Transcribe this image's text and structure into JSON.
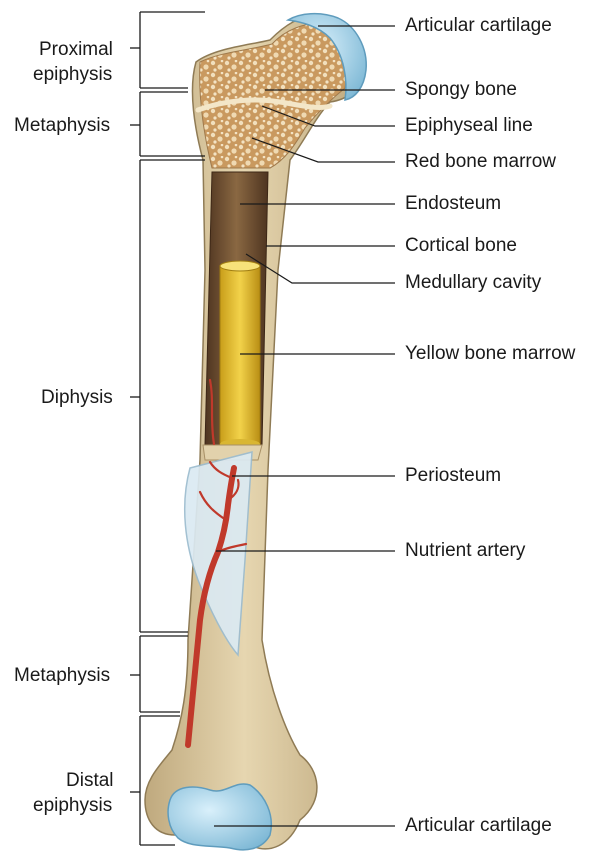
{
  "labels_left": {
    "proximal_epiphysis_1": "Proximal",
    "proximal_epiphysis_2": "epiphysis",
    "metaphysis_top": "Metaphysis",
    "diaphysis": "Diphysis",
    "metaphysis_bottom": "Metaphysis",
    "distal_epiphysis_1": "Distal",
    "distal_epiphysis_2": "epiphysis"
  },
  "labels_right": {
    "articular_cartilage_top": "Articular cartilage",
    "spongy_bone": "Spongy bone",
    "epiphyseal_line": "Epiphyseal line",
    "red_bone_marrow": "Red bone marrow",
    "endosteum": "Endosteum",
    "cortical_bone": "Cortical bone",
    "medullary_cavity": "Medullary cavity",
    "yellow_bone_marrow": "Yellow bone marrow",
    "periosteum": "Periosteum",
    "nutrient_artery": "Nutrient artery",
    "articular_cartilage_bottom": "Articular cartilage"
  },
  "colors": {
    "bone": "#d9c8a0",
    "bone_shadow": "#b9a57c",
    "spongy": "#c89a66",
    "cartilage": "#8ec9e4",
    "endosteum": "#6b4a2c",
    "yellow_marrow": "#e7c33a",
    "artery": "#c0392b",
    "periosteum": "#d6e9f4",
    "line": "#1a1a1a"
  }
}
